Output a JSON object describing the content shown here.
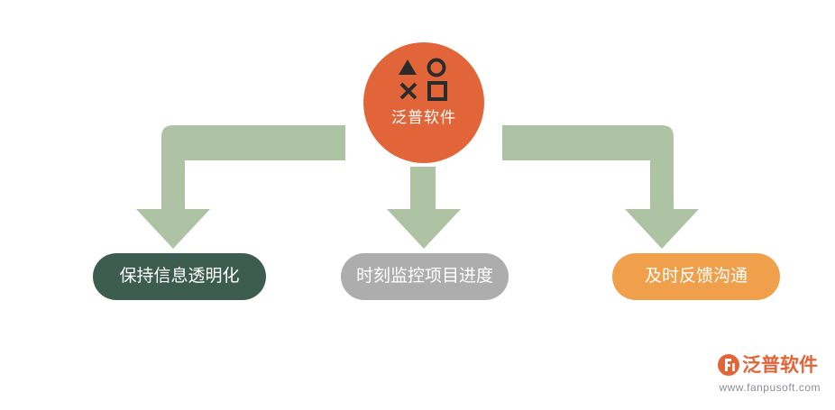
{
  "diagram": {
    "hub": {
      "label": "泛普软件",
      "color": "#e2653a",
      "icon": "shapes-triangle-circle-cross-square-icon"
    },
    "nodes": [
      {
        "label": "保持信息透明化",
        "color": "#3c5c50"
      },
      {
        "label": "时刻监控项目进度",
        "color": "#adadad"
      },
      {
        "label": "及时反馈沟通",
        "color": "#f0a04b"
      }
    ],
    "arrow_color": "#adc3a4"
  },
  "watermark": {
    "name": "泛普软件",
    "url": "www.fanpusoft.com",
    "name_color": "#e2653a",
    "url_color": "#8a9096"
  }
}
